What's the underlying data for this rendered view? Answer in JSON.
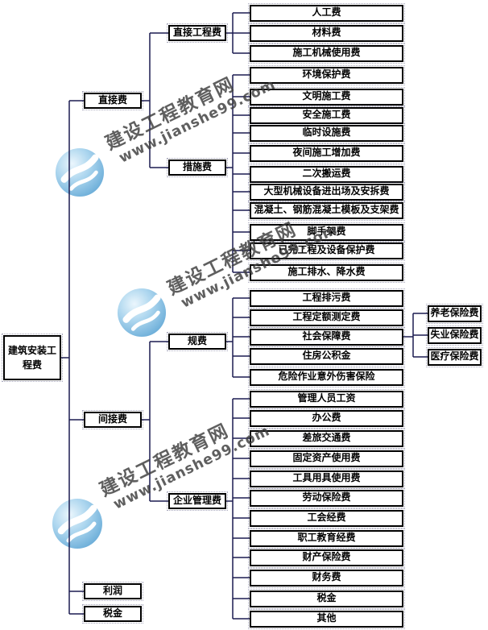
{
  "diagram": {
    "root": {
      "label": "建筑安装工程费",
      "children": [
        {
          "label": "直接费",
          "children": [
            {
              "label": "直接工程费",
              "children": [
                {
                  "label": "人工费"
                },
                {
                  "label": "材料费"
                },
                {
                  "label": "施工机械使用费"
                }
              ]
            },
            {
              "label": "措施费",
              "children": [
                {
                  "label": "环境保护费"
                },
                {
                  "label": "文明施工费"
                },
                {
                  "label": "安全施工费"
                },
                {
                  "label": "临时设施费"
                },
                {
                  "label": "夜间施工增加费"
                },
                {
                  "label": "二次搬运费"
                },
                {
                  "label": "大型机械设备进出场及安拆费"
                },
                {
                  "label": "混凝土、钢筋混凝土模板及支架费"
                },
                {
                  "label": "脚手架费"
                },
                {
                  "label": "已完工程及设备保护费"
                },
                {
                  "label": "施工排水、降水费"
                }
              ]
            }
          ]
        },
        {
          "label": "间接费",
          "children": [
            {
              "label": "规费",
              "children": [
                {
                  "label": "工程排污费"
                },
                {
                  "label": "工程定额测定费"
                },
                {
                  "label": "社会保障费",
                  "children": [
                    {
                      "label": "养老保险费"
                    },
                    {
                      "label": "失业保险费"
                    },
                    {
                      "label": "医疗保险费"
                    }
                  ]
                },
                {
                  "label": "住房公积金"
                },
                {
                  "label": "危险作业意外伤害保险"
                }
              ]
            },
            {
              "label": "企业管理费",
              "children": [
                {
                  "label": "管理人员工资"
                },
                {
                  "label": "办公费"
                },
                {
                  "label": "差旅交通费"
                },
                {
                  "label": "固定资产使用费"
                },
                {
                  "label": "工具用具使用费"
                },
                {
                  "label": "劳动保险费"
                },
                {
                  "label": "工会经费"
                },
                {
                  "label": "职工教育经费"
                },
                {
                  "label": "财产保险费"
                },
                {
                  "label": "财务费"
                },
                {
                  "label": "税金"
                },
                {
                  "label": "其他"
                }
              ]
            }
          ]
        },
        {
          "label": "利润"
        },
        {
          "label": "税金"
        }
      ]
    }
  },
  "watermark": {
    "line1": "建设工程教育网",
    "line2": "www.jianshe99.com"
  },
  "colors": {
    "background": "#ffffff",
    "line": "#1c1c50",
    "box_border": "#000000",
    "box_fill": "#ffffff",
    "text": "#000000",
    "watermark_text": "#3d3d3d",
    "logo_blue": "#5ba4d4",
    "logo_mid": "#a8d4ee",
    "logo_highlight": "#eaf6fd",
    "logo_swirl": "#ffffff"
  }
}
